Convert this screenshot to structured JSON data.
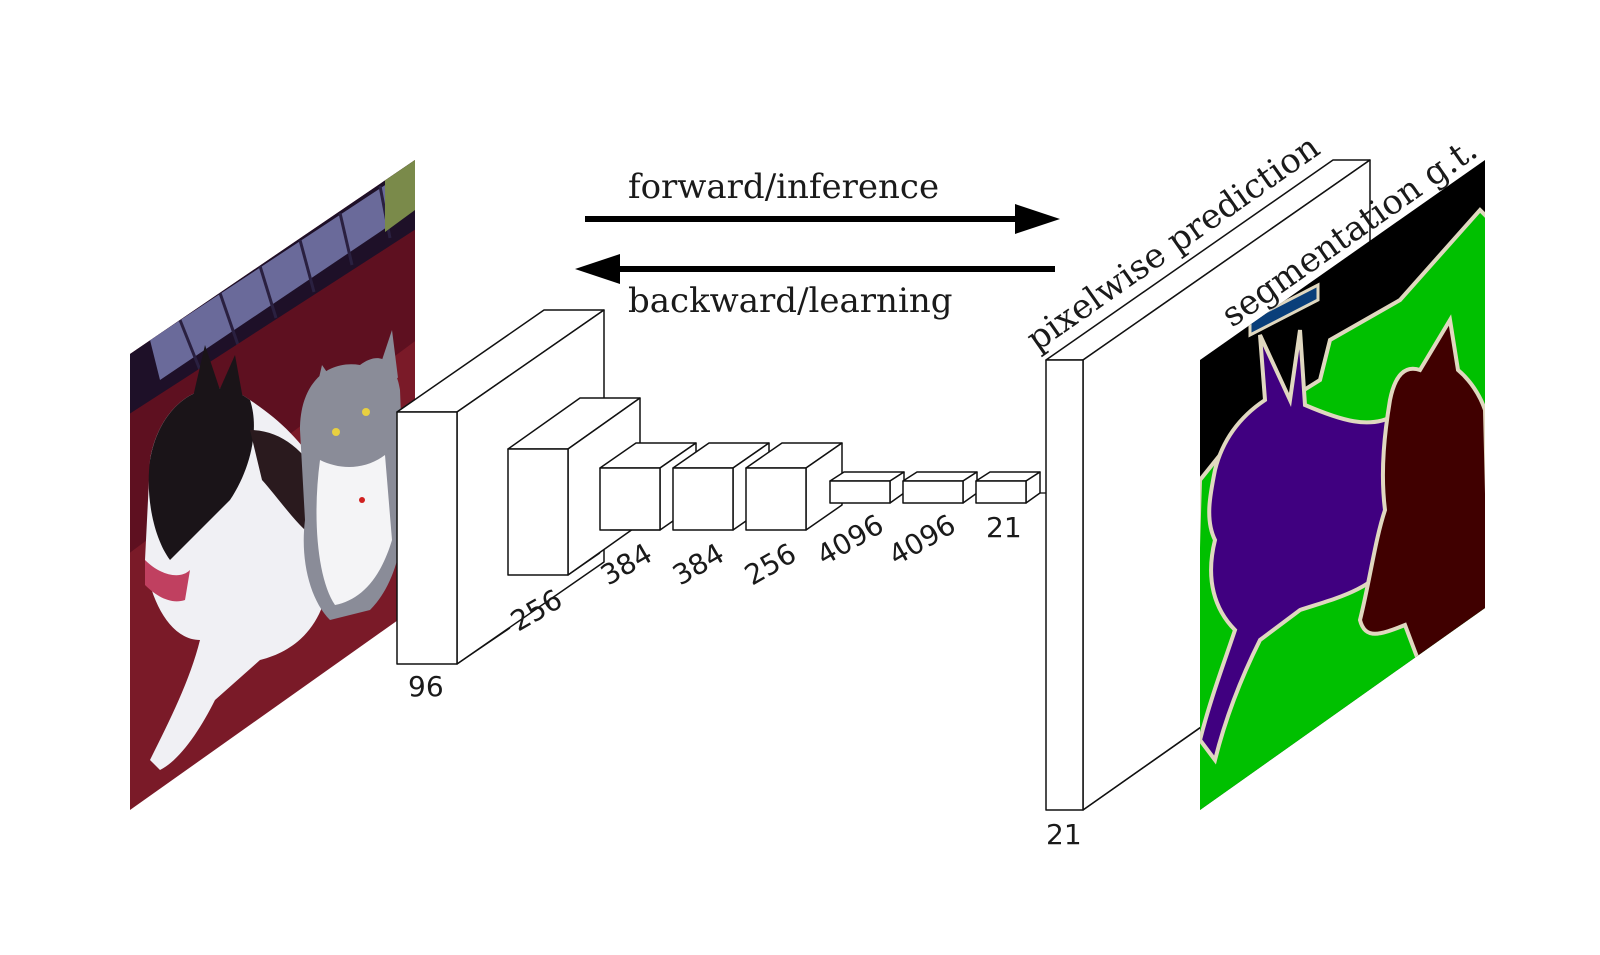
{
  "arrows": {
    "forward_label": "forward/inference",
    "backward_label": "backward/learning"
  },
  "output": {
    "prediction_label": "pixelwise prediction",
    "gt_label": "segmentation g.t.",
    "prediction_channels": "21"
  },
  "layers": [
    {
      "label": "96"
    },
    {
      "label": "256"
    },
    {
      "label": "384"
    },
    {
      "label": "384"
    },
    {
      "label": "256"
    },
    {
      "label": "4096"
    },
    {
      "label": "4096"
    },
    {
      "label": "21"
    }
  ],
  "colors": {
    "gt_background": "#000000",
    "gt_green": "#00c000",
    "gt_dog": "#400080",
    "gt_cat": "#400000",
    "gt_label_blue": "#0a3f7a",
    "gt_boundary": "#e0d8c0",
    "photo_couch": "#7a1a28",
    "photo_wall": "#1e1028"
  },
  "icons": {
    "input_image": "dog-cat-photo-icon",
    "ground_truth": "segmentation-mask-icon"
  }
}
